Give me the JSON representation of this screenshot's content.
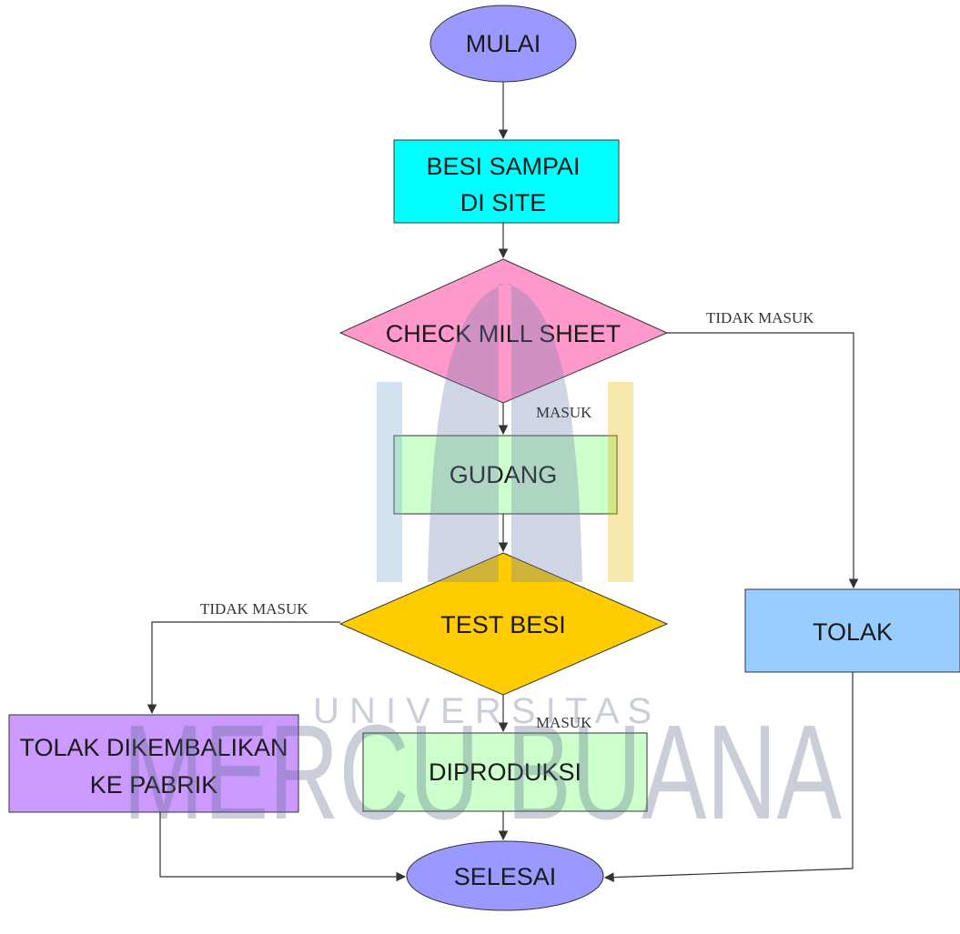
{
  "watermark": {
    "line1": "U N I V E R S I T A S",
    "line2": "MERCU BUANA"
  },
  "nodes": {
    "start": "MULAI",
    "arrival_line1": "BESI SAMPAI",
    "arrival_line2": "DI SITE",
    "check": "CHECK MILL SHEET",
    "warehouse": "GUDANG",
    "test": "TEST BESI",
    "reject": "TOLAK",
    "return_line1": "TOLAK DIKEMBALIKAN",
    "return_line2": "KE PABRIK",
    "produce": "DIPRODUKSI",
    "end": "SELESAI"
  },
  "edges": {
    "check_no": "TIDAK MASUK",
    "check_yes": "MASUK",
    "test_no": "TIDAK MASUK",
    "test_yes": "MASUK"
  },
  "colors": {
    "terminal": "#9999ff",
    "arrival": "#00ffff",
    "check": "#ff99cc",
    "warehouse": "#ccffcc",
    "test": "#ffcc00",
    "reject": "#99ccff",
    "return": "#cc99ff",
    "produce": "#ccffcc"
  }
}
